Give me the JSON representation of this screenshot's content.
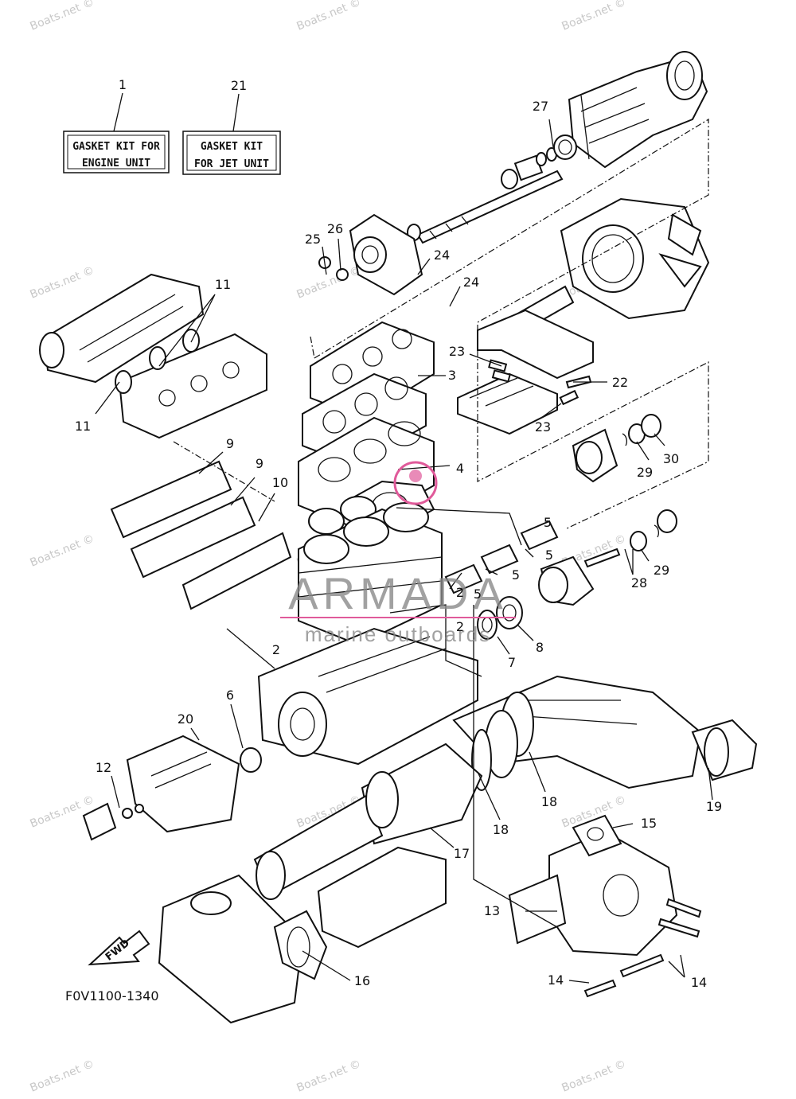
{
  "watermark": "Boats.net ©",
  "brand": {
    "name": "ARMADA",
    "tagline": "marine outboards",
    "accent": "#e05a9a"
  },
  "diagram_code": "F0V1100-1340",
  "fwd_label": "FWD",
  "kits": [
    {
      "number": "1",
      "line1": "GASKET KIT FOR",
      "line2": "ENGINE UNIT"
    },
    {
      "number": "21",
      "line1": "GASKET KIT",
      "line2": "FOR JET UNIT"
    }
  ],
  "callouts": [
    "2",
    "2",
    "2",
    "3",
    "4",
    "5",
    "5",
    "5",
    "5",
    "6",
    "7",
    "8",
    "9",
    "9",
    "10",
    "11",
    "11",
    "12",
    "13",
    "14",
    "14",
    "15",
    "16",
    "17",
    "18",
    "18",
    "19",
    "20",
    "22",
    "23",
    "23",
    "24",
    "24",
    "25",
    "26",
    "27",
    "28",
    "29",
    "29",
    "30"
  ]
}
